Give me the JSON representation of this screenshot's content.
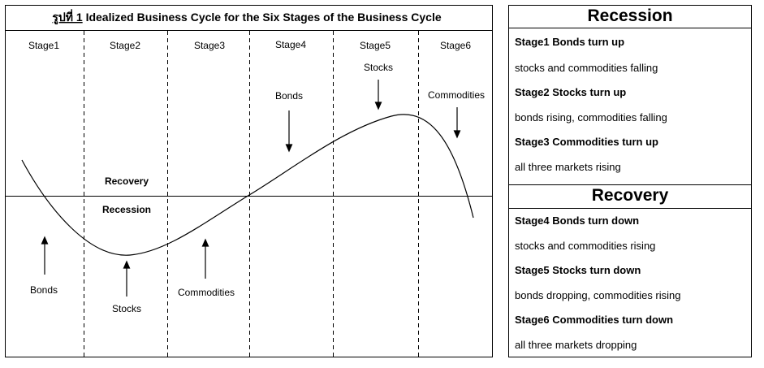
{
  "figure": {
    "label": "รูปที่ 1",
    "title": "Idealized Business Cycle for the Six Stages of the Business Cycle"
  },
  "stages": [
    "Stage1",
    "Stage2",
    "Stage3",
    "Stage4",
    "Stage5",
    "Stage6"
  ],
  "regions": {
    "upper": "Recovery",
    "lower": "Recession"
  },
  "annotations_top": [
    {
      "text": "Bonds",
      "stage": 4
    },
    {
      "text": "Stocks",
      "stage": 5
    },
    {
      "text": "Commodities",
      "stage": 6
    }
  ],
  "annotations_bottom": [
    {
      "text": "Bonds",
      "stage": 1
    },
    {
      "text": "Stocks",
      "stage": 2
    },
    {
      "text": "Commodities",
      "stage": 3
    }
  ],
  "legend": {
    "recession": {
      "title": "Recession",
      "items": [
        {
          "head": "Stage1 Bonds turn up",
          "detail": "stocks and commodities falling"
        },
        {
          "head": "Stage2 Stocks turn up",
          "detail": "bonds rising, commodities falling"
        },
        {
          "head": "Stage3 Commodities turn up",
          "detail": "all three markets rising"
        }
      ]
    },
    "recovery": {
      "title": "Recovery",
      "items": [
        {
          "head": "Stage4 Bonds turn down",
          "detail": "stocks and commodities rising"
        },
        {
          "head": "Stage5 Stocks turn down",
          "detail": "bonds dropping, commodities rising"
        },
        {
          "head": "Stage6 Commodities turn down",
          "detail": "all three markets dropping"
        }
      ]
    }
  }
}
